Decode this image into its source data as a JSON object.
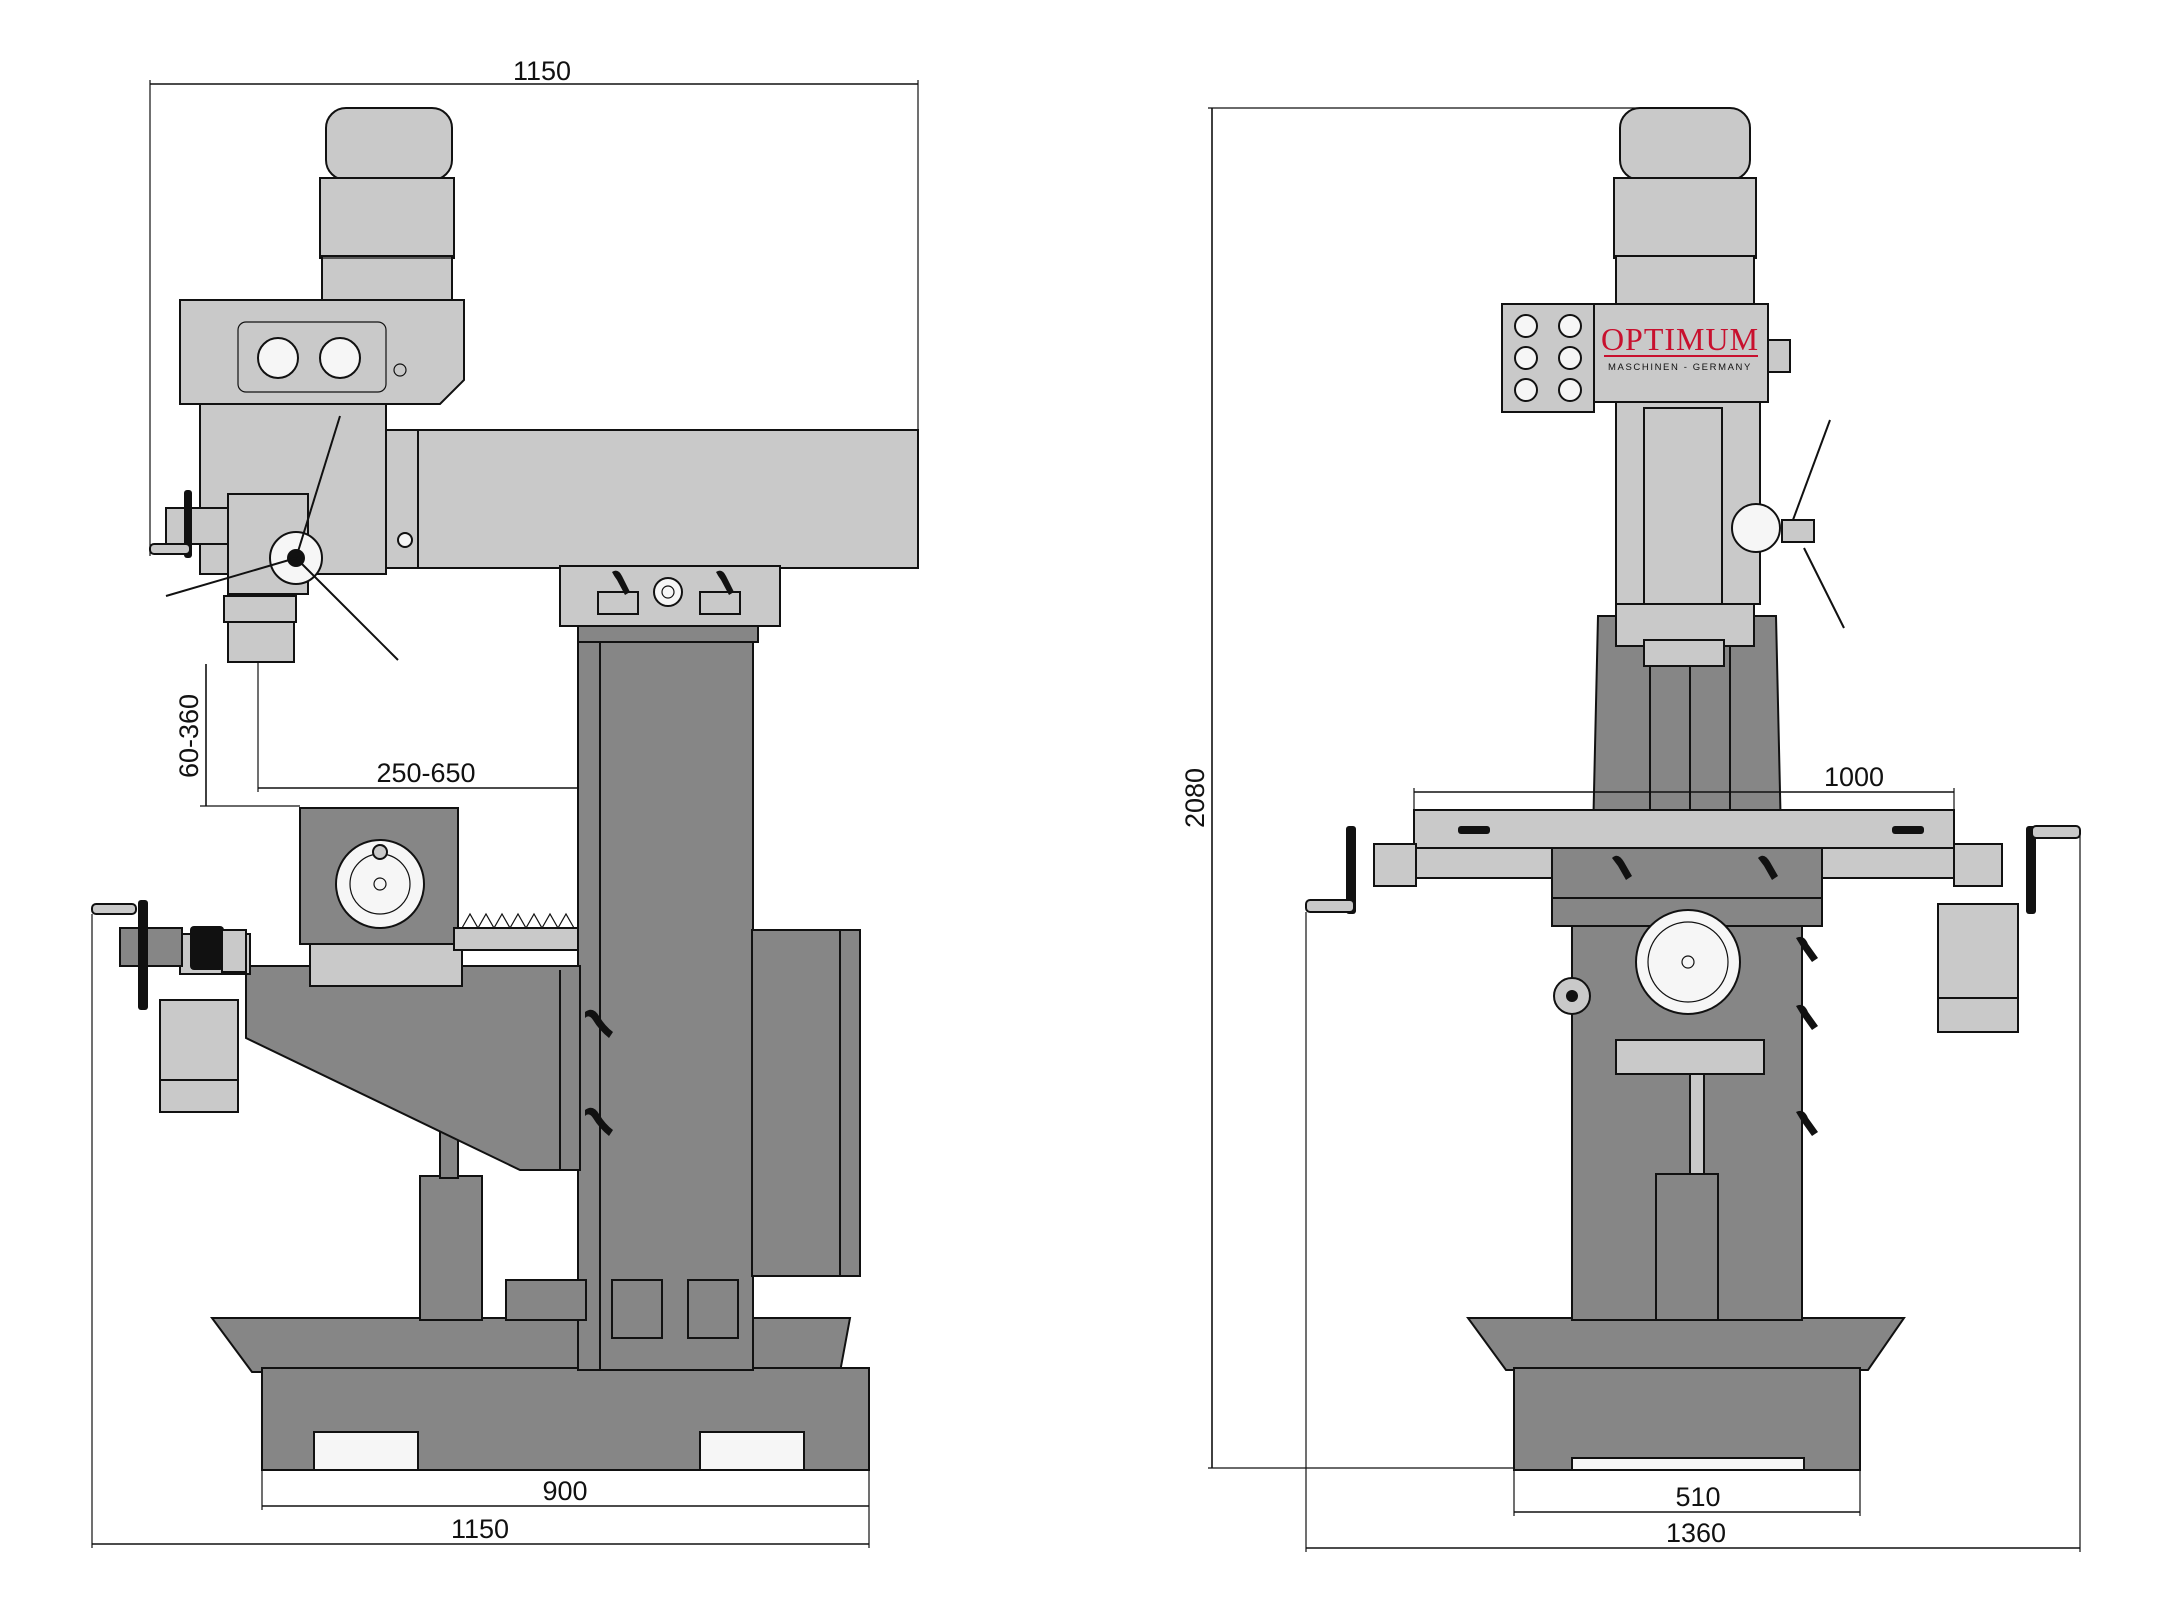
{
  "drawing": {
    "brand": {
      "name": "OPTIMUM",
      "tagline": "MASCHINEN - GERMANY"
    },
    "side_view": {
      "dimensions": {
        "top_width": "1150",
        "spindle_to_table": "60-360",
        "spindle_to_column": "250-650",
        "base_width": "900",
        "overall_width": "1150"
      }
    },
    "front_view": {
      "dimensions": {
        "overall_height": "2080",
        "table_length": "1000",
        "base_width": "510",
        "overall_width": "1360"
      }
    },
    "colors": {
      "casting": "#868686",
      "motor": "#c9c9c9",
      "line": "#111111",
      "logo": "#c8102e"
    }
  }
}
